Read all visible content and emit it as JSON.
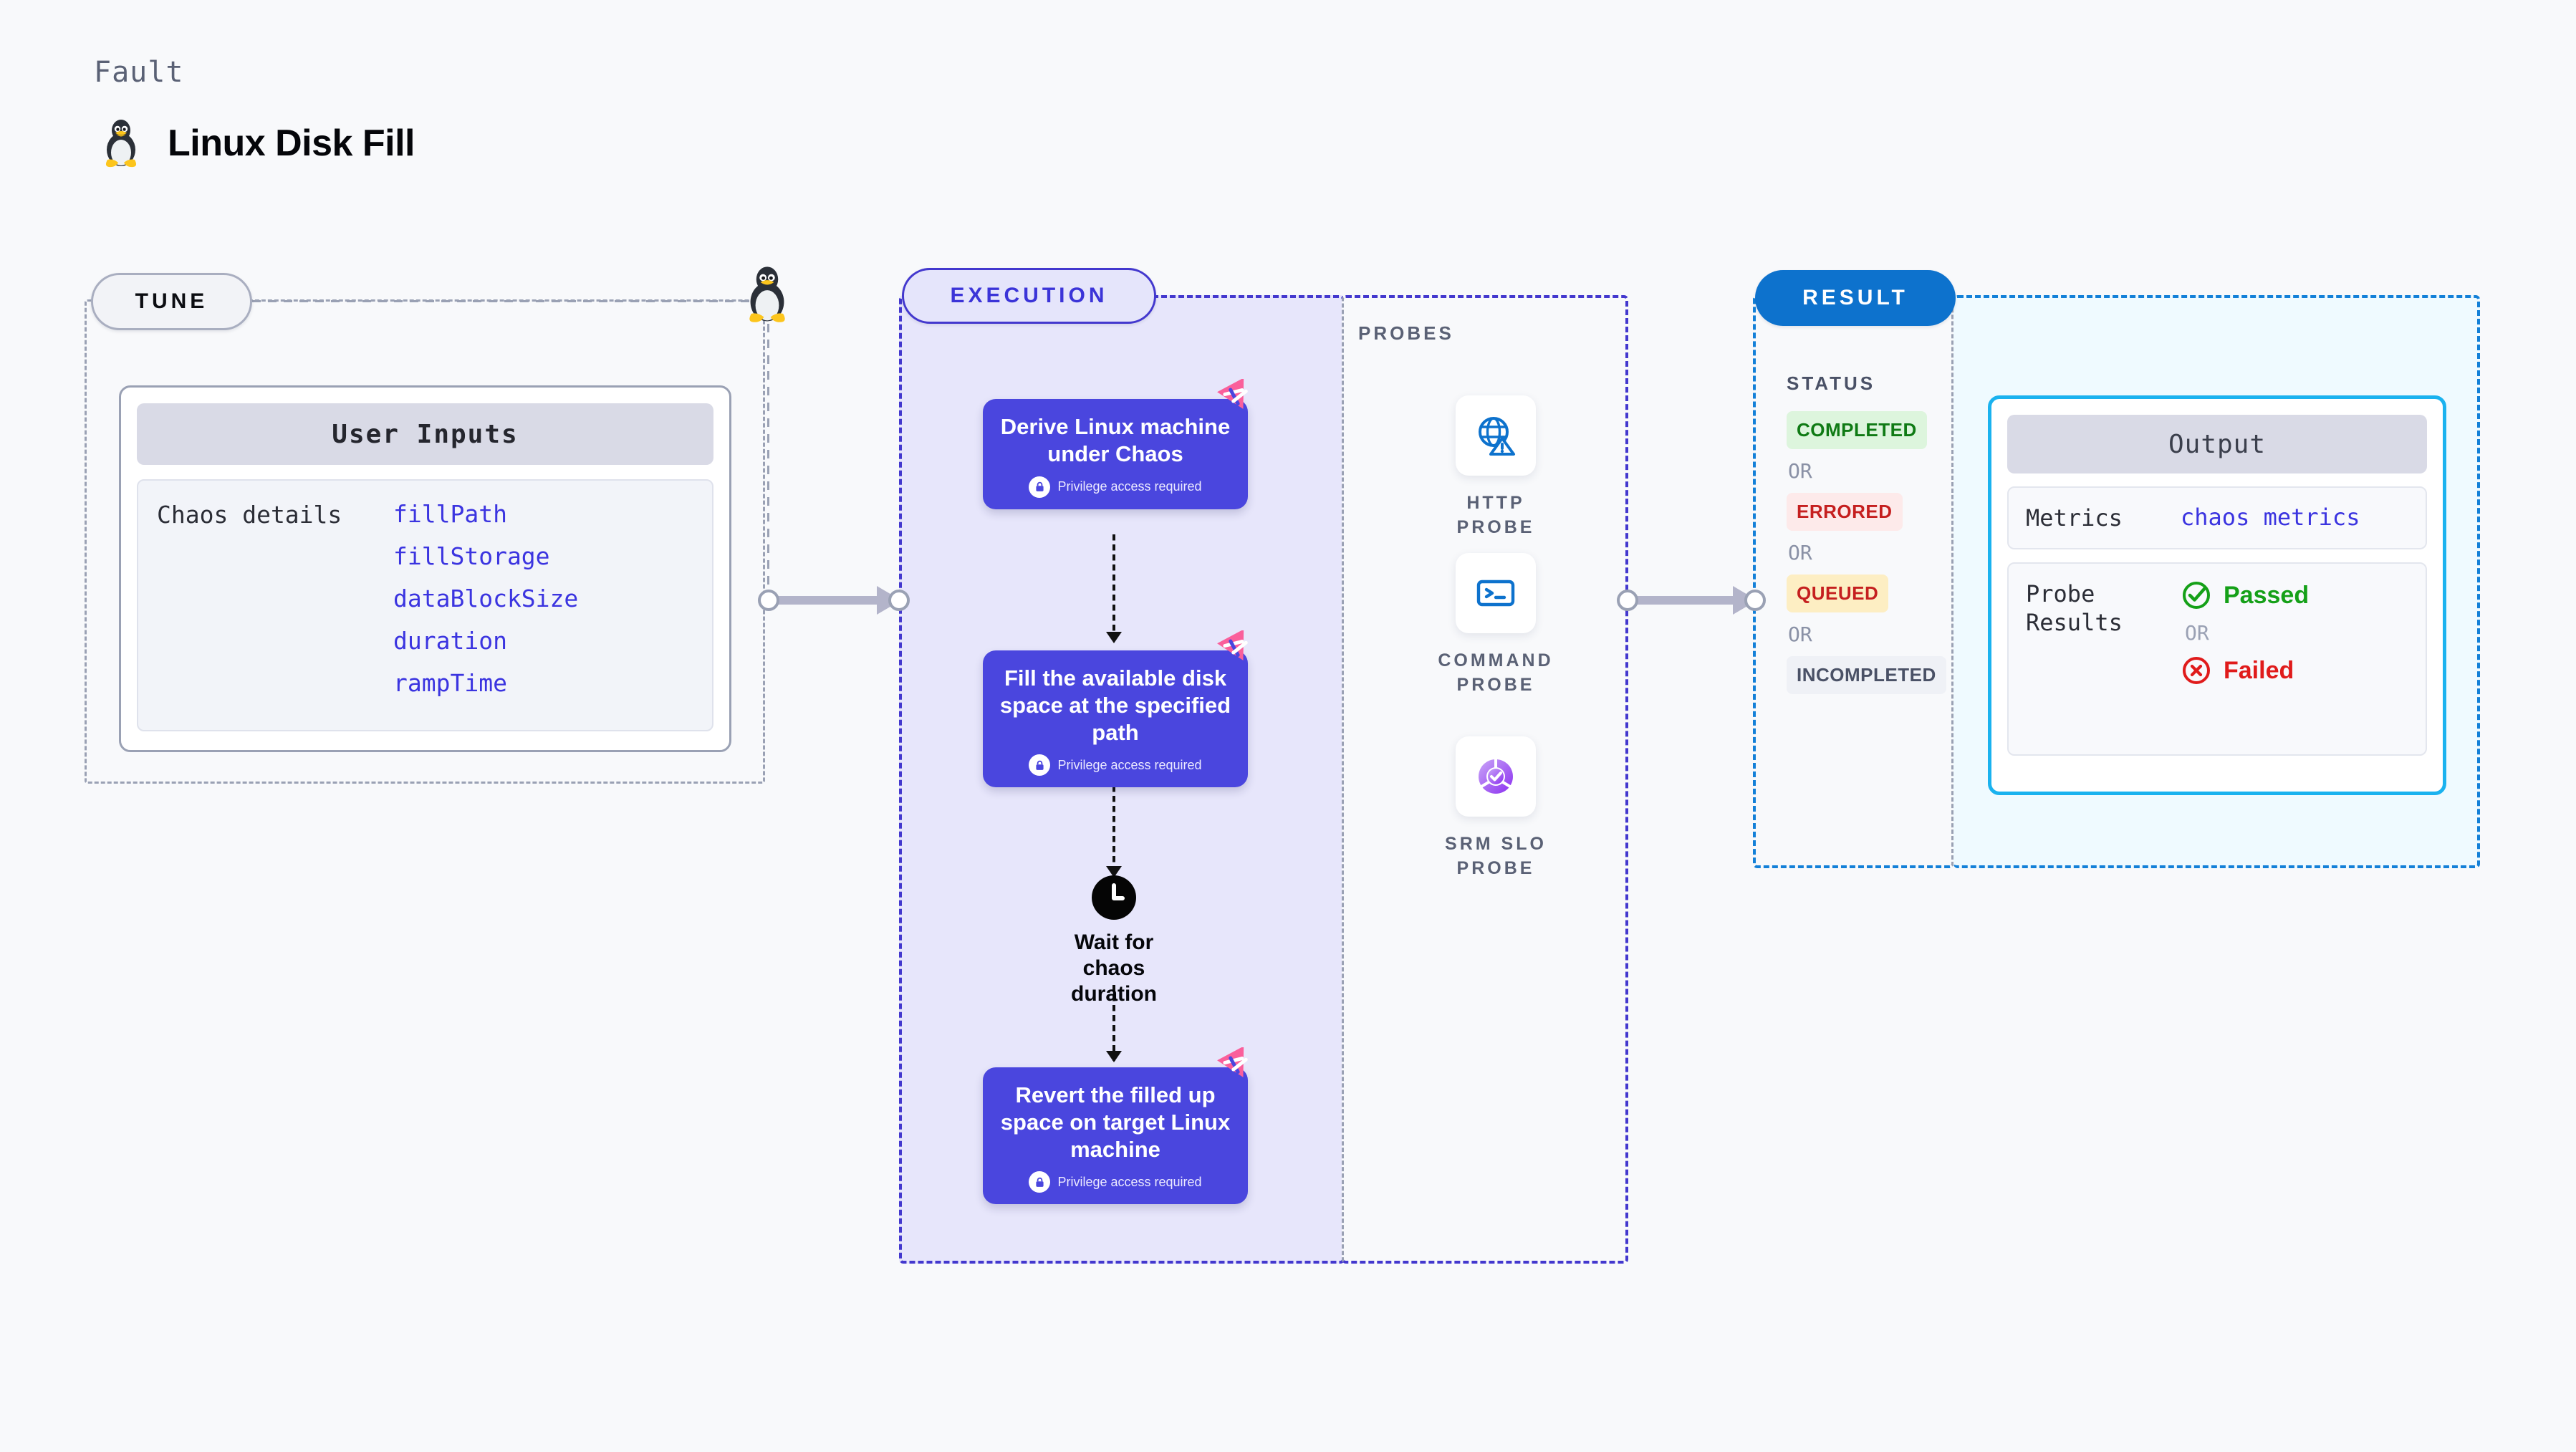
{
  "header": {
    "kicker": "Fault",
    "title": "Linux Disk Fill",
    "icon": "tux-penguin-icon"
  },
  "tune": {
    "pill_label": "TUNE",
    "card_header": "User Inputs",
    "row_key": "Chaos details",
    "parameters": [
      "fillPath",
      "fillStorage",
      "dataBlockSize",
      "duration",
      "rampTime"
    ]
  },
  "execution": {
    "pill_label": "EXECUTION",
    "privilege_note": "Privilege access required",
    "steps": [
      {
        "title": "Derive Linux machine under Chaos",
        "privileged": true
      },
      {
        "title": "Fill the available disk space at the specified path",
        "privileged": true
      },
      {
        "title": "Revert the filled up space on target Linux machine",
        "privileged": true
      }
    ],
    "wait_node": {
      "label": "Wait for chaos duration",
      "icon": "clock-icon"
    }
  },
  "probes": {
    "title": "PROBES",
    "items": [
      {
        "name": "HTTP PROBE",
        "icon": "globe-warning-icon"
      },
      {
        "name": "COMMAND PROBE",
        "icon": "terminal-icon"
      },
      {
        "name": "SRM SLO PROBE",
        "icon": "slo-donut-check-icon"
      }
    ]
  },
  "result": {
    "pill_label": "RESULT",
    "status_title": "STATUS",
    "or_label": "OR",
    "statuses": [
      {
        "label": "COMPLETED",
        "color": "#0f7a14"
      },
      {
        "label": "ERRORED",
        "color": "#c51f1f"
      },
      {
        "label": "QUEUED",
        "color": "#c51f1f"
      },
      {
        "label": "INCOMPLETED",
        "color": "#4a5166"
      }
    ]
  },
  "output": {
    "card_header": "Output",
    "metrics_key": "Metrics",
    "metrics_value": "chaos metrics",
    "probe_results_key": "Probe Results",
    "passed_label": "Passed",
    "failed_label": "Failed",
    "or_label": "OR"
  },
  "colors": {
    "indigo": "#4a46de",
    "indigo_dash": "#4338ce",
    "exec_bg": "#e7e6fb",
    "result_blue": "#0d72cd",
    "output_border": "#1ab2ef",
    "output_bg": "#effaff",
    "pink_flag": "#fa5f9b",
    "param_blue": "#3b34e0"
  }
}
